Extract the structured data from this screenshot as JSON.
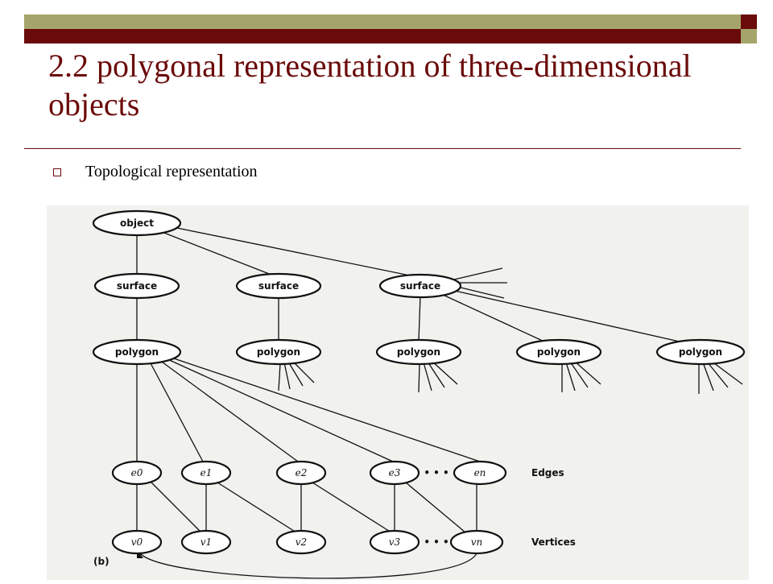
{
  "slide": {
    "title": "2.2 polygonal representation of three-dimensional objects",
    "bullet": "Topological representation"
  },
  "colors": {
    "accent_dark": "#6b0a0a",
    "accent_light": "#a5a56b"
  },
  "diagram": {
    "root": "object",
    "surfaces": [
      "surface",
      "surface",
      "surface"
    ],
    "polygons": [
      "polygon",
      "polygon",
      "polygon",
      "polygon",
      "polygon"
    ],
    "edges": [
      "e0",
      "e1",
      "e2",
      "e3",
      "en"
    ],
    "vertices": [
      "v0",
      "v1",
      "v2",
      "v3",
      "vn"
    ],
    "ellipsis": "• • •",
    "edges_label": "Edges",
    "vertices_label": "Vertices",
    "caption": "(b)"
  }
}
